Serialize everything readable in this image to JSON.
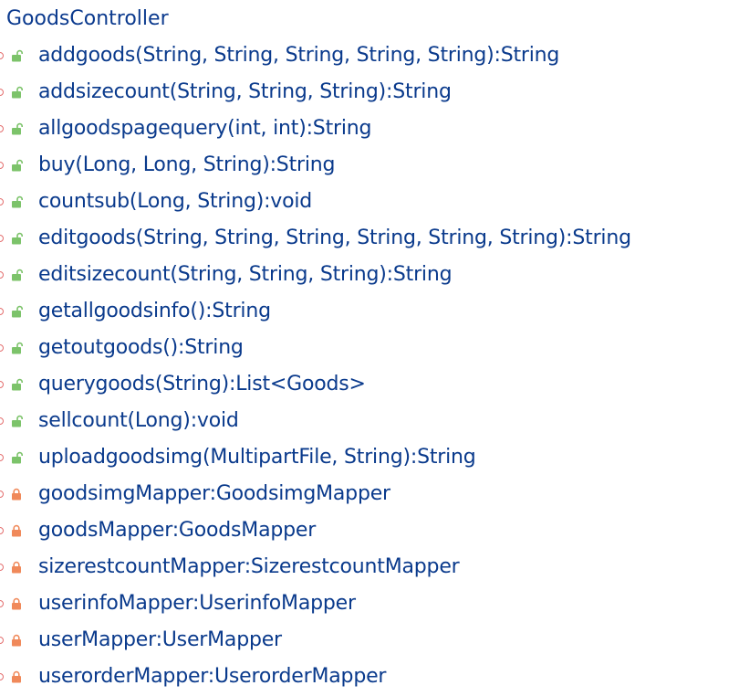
{
  "class_name": "GoodsController",
  "colors": {
    "text": "#0a3a8c",
    "public_lock": "#7cc36a",
    "private_lock": "#f0895a",
    "member_dot": "#e46f6f"
  },
  "members": [
    {
      "label": "addgoods(String, String, String, String, String):String",
      "visibility": "public",
      "icon": "unlocked-icon"
    },
    {
      "label": "addsizecount(String, String, String):String",
      "visibility": "public",
      "icon": "unlocked-icon"
    },
    {
      "label": "allgoodspagequery(int, int):String",
      "visibility": "public",
      "icon": "unlocked-icon"
    },
    {
      "label": "buy(Long, Long, String):String",
      "visibility": "public",
      "icon": "unlocked-icon"
    },
    {
      "label": "countsub(Long, String):void",
      "visibility": "public",
      "icon": "unlocked-icon"
    },
    {
      "label": "editgoods(String, String, String, String, String, String):String",
      "visibility": "public",
      "icon": "unlocked-icon"
    },
    {
      "label": "editsizecount(String, String, String):String",
      "visibility": "public",
      "icon": "unlocked-icon"
    },
    {
      "label": "getallgoodsinfo():String",
      "visibility": "public",
      "icon": "unlocked-icon"
    },
    {
      "label": "getoutgoods():String",
      "visibility": "public",
      "icon": "unlocked-icon"
    },
    {
      "label": "querygoods(String):List<Goods>",
      "visibility": "public",
      "icon": "unlocked-icon"
    },
    {
      "label": "sellcount(Long):void",
      "visibility": "public",
      "icon": "unlocked-icon"
    },
    {
      "label": "uploadgoodsimg(MultipartFile, String):String",
      "visibility": "public",
      "icon": "unlocked-icon"
    },
    {
      "label": "goodsimgMapper:GoodsimgMapper",
      "visibility": "private",
      "icon": "locked-icon"
    },
    {
      "label": "goodsMapper:GoodsMapper",
      "visibility": "private",
      "icon": "locked-icon"
    },
    {
      "label": "sizerestcountMapper:SizerestcountMapper",
      "visibility": "private",
      "icon": "locked-icon"
    },
    {
      "label": "userinfoMapper:UserinfoMapper",
      "visibility": "private",
      "icon": "locked-icon"
    },
    {
      "label": "userMapper:UserMapper",
      "visibility": "private",
      "icon": "locked-icon"
    },
    {
      "label": "userorderMapper:UserorderMapper",
      "visibility": "private",
      "icon": "locked-icon"
    }
  ]
}
